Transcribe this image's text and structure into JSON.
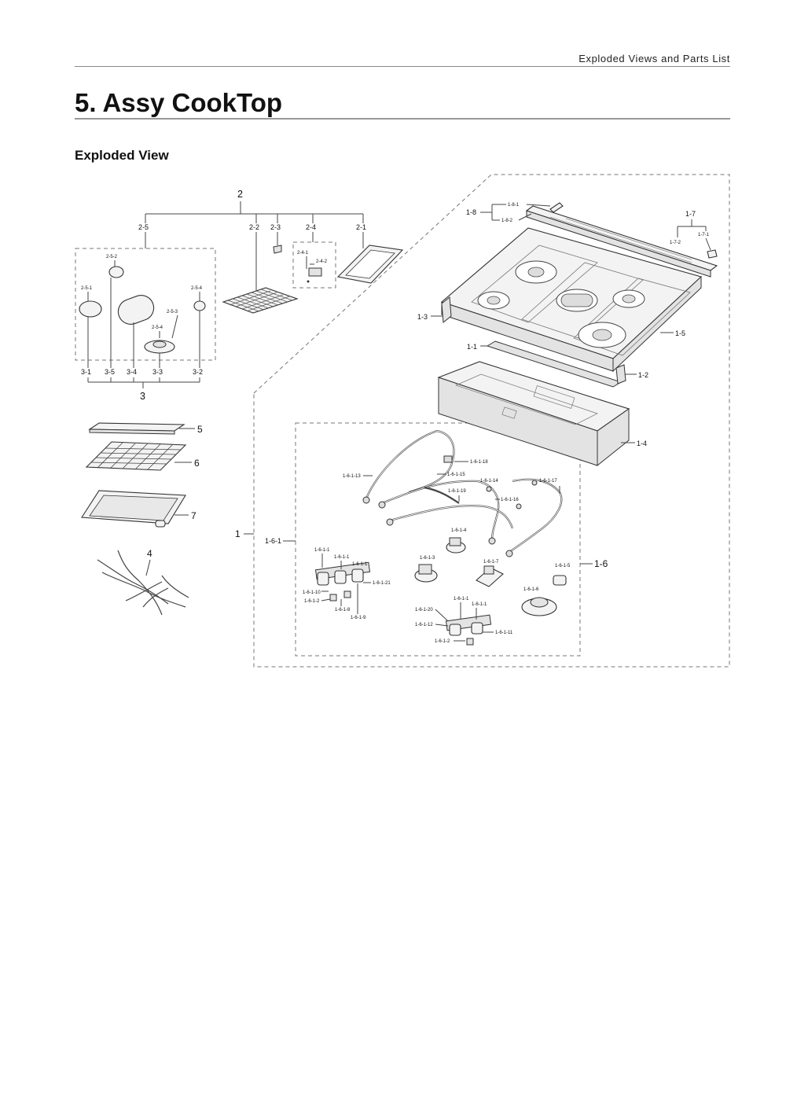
{
  "header": {
    "section": "Exploded Views and Parts List"
  },
  "page": {
    "title": "5.  Assy CookTop",
    "subtitle": "Exploded View"
  },
  "diagram": {
    "labels": {
      "p2": "2",
      "p2_5": "2-5",
      "p2_2": "2-2",
      "p2_3": "2-3",
      "p2_4": "2-4",
      "p2_1": "2-1",
      "p2_5_2": "2-5-2",
      "p2_5_1": "2-5-1",
      "p2_5_4a": "2-5-4",
      "p2_5_3": "2-5-3",
      "p2_5_4b": "2-5-4",
      "p2_4_1": "2-4-1",
      "p2_4_2": "2-4-2",
      "p3_1": "3-1",
      "p3_5": "3-5",
      "p3_4": "3-4",
      "p3_3": "3-3",
      "p3_2": "3-2",
      "p3": "3",
      "p5": "5",
      "p6": "6",
      "p7": "7",
      "p4": "4",
      "p1": "1",
      "p1_8": "1-8",
      "p1_8_1": "1-8-1",
      "p1_8_2": "1-8-2",
      "p1_7": "1-7",
      "p1_7_2": "1-7-2",
      "p1_7_1": "1-7-1",
      "p1_3": "1-3",
      "p1_5": "1-5",
      "p1_1": "1-1",
      "p1_2": "1-2",
      "p1_4": "1-4",
      "p1_6": "1-6",
      "p1_6_1": "1-6-1",
      "p1_6_1_18": "1-6-1-18",
      "p1_6_1_13": "1-6-1-13",
      "p1_6_1_15": "1-6-1-15",
      "p1_6_1_14": "1-6-1-14",
      "p1_6_1_17": "1-6-1-17",
      "p1_6_1_19": "1-6-1-19",
      "p1_6_1_16": "1-6-1-16",
      "p1_6_1_4": "1-6-1-4",
      "p1_6_1_3": "1-6-1-3",
      "p1_6_1_7": "1-6-1-7",
      "p1_6_1_5": "1-6-1-5",
      "p1_6_1_6": "1-6-1-6",
      "p1_6_1_1a": "1-6-1-1",
      "p1_6_1_1b": "1-6-1-1",
      "p1_6_1_1c": "1-6-1-1",
      "p1_6_1_21": "1-6-1-21",
      "p1_6_1_10": "1-6-1-10",
      "p1_6_1_2a": "1-6-1-2",
      "p1_6_1_8": "1-6-1-8",
      "p1_6_1_9": "1-6-1-9",
      "p1_6_1_1d": "1-6-1-1",
      "p1_6_1_1e": "1-6-1-1",
      "p1_6_1_20": "1-6-1-20",
      "p1_6_1_12": "1-6-1-12",
      "p1_6_1_11": "1-6-1-11",
      "p1_6_1_2b": "1-6-1-2"
    }
  }
}
